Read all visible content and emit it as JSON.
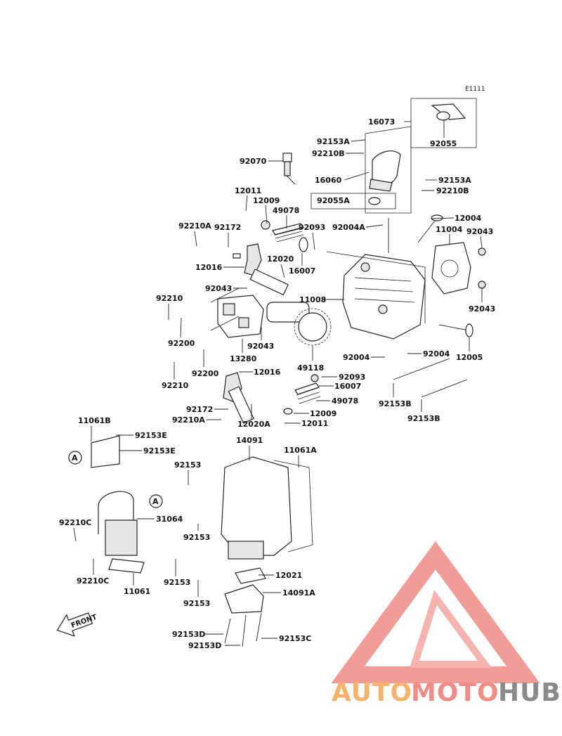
{
  "diagram_code": "E1111",
  "labels": {
    "l16073": "16073",
    "l92055": "92055",
    "l92153A_1": "92153A",
    "l92210B_1": "92210B",
    "l92070": "92070",
    "l16060": "16060",
    "l92153A_2": "92153A",
    "l92210B_2": "92210B",
    "l92055A": "92055A",
    "l12011_1": "12011",
    "l12009_1": "12009",
    "l49078_1": "49078",
    "l92210A_1": "92210A",
    "l92172_1": "92172",
    "l92093_1": "92093",
    "l92004A": "92004A",
    "l12004": "12004",
    "l11004": "11004",
    "l92043_1": "92043",
    "l12020": "12020",
    "l16007_1": "16007",
    "l12016_1": "12016",
    "l92043_2": "92043",
    "l11008": "11008",
    "l92210_1": "92210",
    "l92043_3": "92043",
    "l92200_1": "92200",
    "l92043_4": "92043",
    "l13280": "13280",
    "l49118": "49118",
    "l12005": "12005",
    "l92004_1": "92004",
    "l92004_2": "92004",
    "l92200_2": "92200",
    "l12016_2": "12016",
    "l92093_2": "92093",
    "l92210_2": "92210",
    "l16007_2": "16007",
    "l49078_2": "49078",
    "l92153B_1": "92153B",
    "l92153B_2": "92153B",
    "l92172_2": "92172",
    "l12009_2": "12009",
    "l92210A_2": "92210A",
    "l12020A": "12020A",
    "l12011_2": "12011",
    "l11061B": "11061B",
    "l92153E_1": "92153E",
    "l92153E_2": "92153E",
    "l14091": "14091",
    "l11061A": "11061A",
    "l92153_1": "92153",
    "l92210C_1": "92210C",
    "l31064": "31064",
    "l92153_2": "92153",
    "l92210C_2": "92210C",
    "l11061": "11061",
    "l92153_3": "92153",
    "l12021": "12021",
    "l92153_4": "92153",
    "l14091A": "14091A",
    "l92153D_1": "92153D",
    "l92153D_2": "92153D",
    "l92153C": "92153C",
    "ref_a_1": "A",
    "ref_a_2": "A"
  },
  "front_arrow": "FRONT",
  "watermark": {
    "text_a": "AUTO",
    "text_b": "MOTO",
    "text_c": "HUB",
    "color_a": "#f7b26b",
    "color_b": "#f08b86",
    "color_c": "#8a8a8a",
    "logo_color": "#f08b86"
  }
}
